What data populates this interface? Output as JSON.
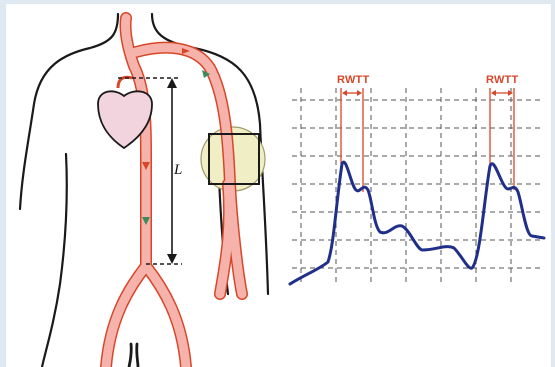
{
  "labels": {
    "length": "L",
    "transit_time_1": "RWTT",
    "transit_time_2": "RWTT"
  },
  "colors": {
    "background": "#dfe9f2",
    "body_outline": "#1a1a1a",
    "artery_fill": "#f6b3ac",
    "artery_stroke": "#d8462a",
    "heart_fill": "#f2d4de",
    "cuff_fill": "#efeec4",
    "waveform": "#1f2f8a",
    "grid": "#555555",
    "flow_arrow": "#3c8a5a"
  },
  "icons": {
    "heart": "heart-icon",
    "cuff": "pressure-cuff",
    "flow_arrows": "flow-arrow-icon"
  }
}
